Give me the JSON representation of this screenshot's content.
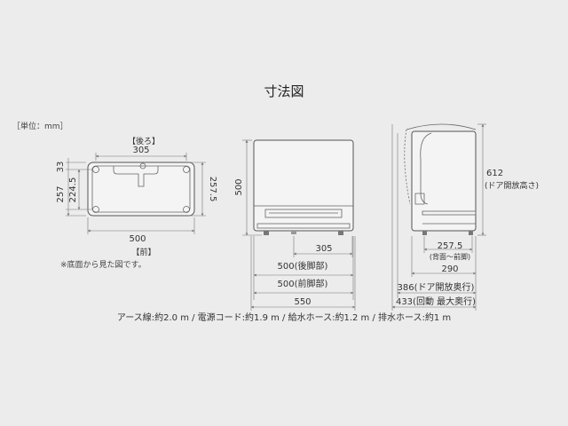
{
  "title": "寸法図",
  "unit_label": "［単位：mm］",
  "bottom_view": {
    "back_label": "【後ろ】",
    "front_label": "【前】",
    "note": "※底面から見た図です。",
    "dim_305": "305",
    "dim_500": "500",
    "dim_33": "33",
    "dim_257": "257",
    "dim_224_5": "224.5",
    "dim_257_5": "257.5"
  },
  "front_view": {
    "dim_500_height": "500",
    "dim_305": "305",
    "dim_500_rear_feet": "500(後脚部)",
    "dim_500_front_feet": "500(前脚部)",
    "dim_550": "550"
  },
  "side_view": {
    "dim_612": "612",
    "dim_612_note": "(ドア開放高さ)",
    "dim_257_5": "257.5",
    "dim_257_5_note": "(背面～前脚)",
    "dim_290": "290",
    "dim_386": "386(ドア開放奥行)",
    "dim_433": "433(回動 最大奥行)"
  },
  "footer": "アース線:約2.0 m / 電源コード:約1.9 m / 給水ホース:約1.2 m / 排水ホース:約1 m"
}
